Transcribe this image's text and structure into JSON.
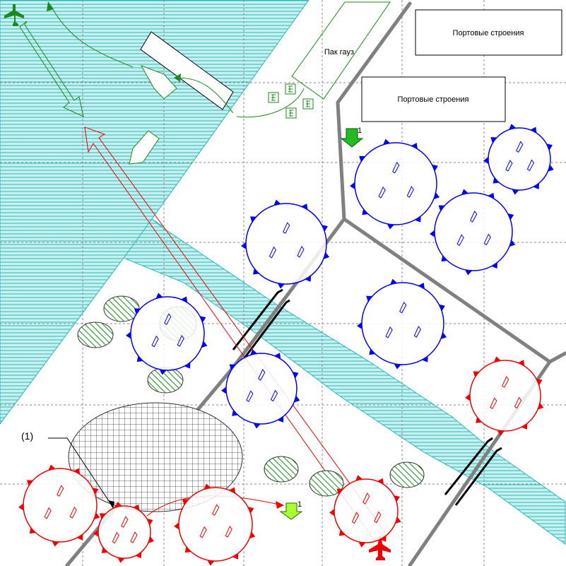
{
  "map": {
    "colors": {
      "water_fill": "#c8f0f0",
      "water_line": "#2ab8b8",
      "grid": "#8a8a8a",
      "road": "#808080",
      "blue": "#0000ee",
      "red": "#ee0000",
      "green": "#1a8a1a",
      "bright_green": "#33cc00"
    },
    "labels": {
      "port_buildings_1": "Портовые строения",
      "port_buildings_2": "Портовые строения",
      "warehouse": "Пак гауз",
      "callout": "(1)",
      "marker_1_top": "1",
      "marker_1_bottom": "1"
    },
    "unit_sides": [
      "blue",
      "red"
    ],
    "icon_types": [
      "aircraft-icon",
      "tank-icon",
      "infantry-icon",
      "artillery-icon",
      "hq-flag-icon",
      "drop-arrow-icon",
      "bridge-icon"
    ]
  }
}
